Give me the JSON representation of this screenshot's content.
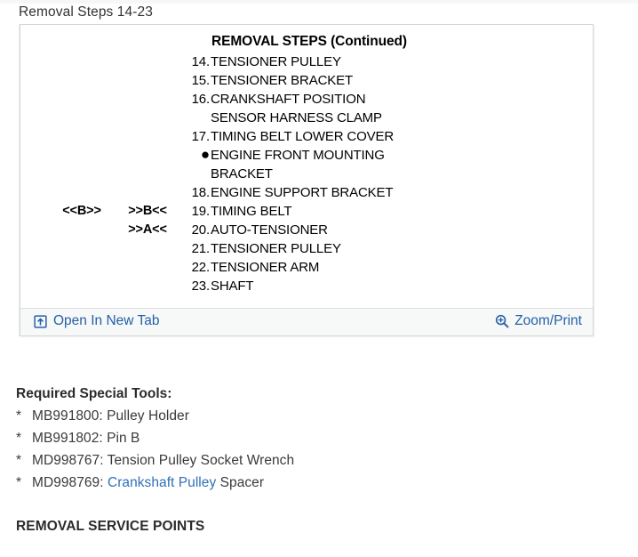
{
  "page": {
    "title": "Removal Steps 14-23"
  },
  "figure": {
    "scan_title": "REMOVAL STEPS (Continued)",
    "steps": [
      {
        "num": "14.",
        "label": "TENSIONER PULLEY",
        "bullet": false,
        "mark_left": "",
        "mark_right": ""
      },
      {
        "num": "15.",
        "label": "TENSIONER BRACKET",
        "bullet": false,
        "mark_left": "",
        "mark_right": ""
      },
      {
        "num": "16.",
        "label": "CRANKSHAFT POSITION",
        "bullet": false,
        "mark_left": "",
        "mark_right": ""
      },
      {
        "num": "",
        "label": "SENSOR HARNESS CLAMP",
        "bullet": false,
        "mark_left": "",
        "mark_right": ""
      },
      {
        "num": "17.",
        "label": "TIMING BELT LOWER COVER",
        "bullet": false,
        "mark_left": "",
        "mark_right": ""
      },
      {
        "num": "",
        "label": "ENGINE FRONT MOUNTING",
        "bullet": true,
        "mark_left": "",
        "mark_right": ""
      },
      {
        "num": "",
        "label": "BRACKET",
        "bullet": false,
        "mark_left": "",
        "mark_right": ""
      },
      {
        "num": "18.",
        "label": "ENGINE SUPPORT BRACKET",
        "bullet": false,
        "mark_left": "",
        "mark_right": ""
      },
      {
        "num": "19.",
        "label": "TIMING BELT",
        "bullet": false,
        "mark_left": "<<B>>",
        "mark_right": ">>B<<"
      },
      {
        "num": "20.",
        "label": "AUTO-TENSIONER",
        "bullet": false,
        "mark_left": "",
        "mark_right": ">>A<<"
      },
      {
        "num": "21.",
        "label": "TENSIONER PULLEY",
        "bullet": false,
        "mark_left": "",
        "mark_right": ""
      },
      {
        "num": "22.",
        "label": "TENSIONER ARM",
        "bullet": false,
        "mark_left": "",
        "mark_right": ""
      },
      {
        "num": "23.",
        "label": "SHAFT",
        "bullet": false,
        "mark_left": "",
        "mark_right": ""
      }
    ],
    "footer": {
      "open_new_tab_label": "Open In New Tab",
      "open_new_tab_icon": "open-in-new-tab-icon",
      "zoom_print_label": "Zoom/Print",
      "zoom_print_icon": "magnifier-plus-icon"
    }
  },
  "tools": {
    "heading": "Required Special Tools:",
    "bullet_char": "*",
    "items": [
      {
        "code": "MB991800: ",
        "text": "Pulley Holder",
        "link": "",
        "tail": ""
      },
      {
        "code": "MB991802: ",
        "text": "Pin B",
        "link": "",
        "tail": ""
      },
      {
        "code": "MD998767: ",
        "text": "Tension Pulley Socket Wrench",
        "link": "",
        "tail": ""
      },
      {
        "code": "MD998769: ",
        "text": "",
        "link": "Crankshaft Pulley",
        "tail": " Spacer"
      }
    ]
  },
  "removal_service_points": {
    "heading": "REMOVAL SERVICE POINTS"
  },
  "colors": {
    "link_blue": "#2461a8",
    "inline_link_blue": "#3070b8",
    "text_dark": "#333333",
    "card_border": "#d6d6d6",
    "footer_bg": "#f7f8f8"
  }
}
